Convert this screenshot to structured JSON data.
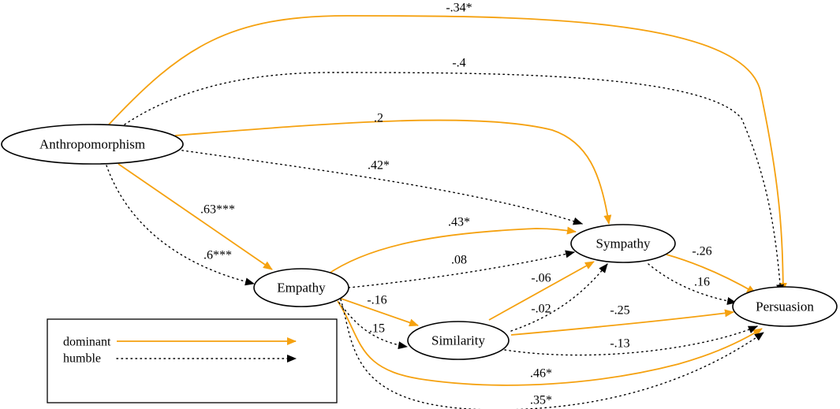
{
  "nodes": {
    "anthropomorphism": "Anthropomorphism",
    "empathy": "Empathy",
    "similarity": "Similarity",
    "sympathy": "Sympathy",
    "persuasion": "Persuasion"
  },
  "legend": {
    "dominant": "dominant",
    "humble": "humble"
  },
  "colors": {
    "dominant": "#f5a10f",
    "humble": "#000000"
  },
  "paths": [
    {
      "from": "Anthropomorphism",
      "to": "Persuasion",
      "group": "dominant",
      "coefficient": "-.34*"
    },
    {
      "from": "Anthropomorphism",
      "to": "Persuasion",
      "group": "humble",
      "coefficient": "-.4"
    },
    {
      "from": "Anthropomorphism",
      "to": "Sympathy",
      "group": "dominant",
      "coefficient": ".2"
    },
    {
      "from": "Anthropomorphism",
      "to": "Sympathy",
      "group": "humble",
      "coefficient": ".42*"
    },
    {
      "from": "Anthropomorphism",
      "to": "Empathy",
      "group": "dominant",
      "coefficient": ".63***"
    },
    {
      "from": "Anthropomorphism",
      "to": "Empathy",
      "group": "humble",
      "coefficient": ".6***"
    },
    {
      "from": "Empathy",
      "to": "Sympathy",
      "group": "dominant",
      "coefficient": ".43*"
    },
    {
      "from": "Empathy",
      "to": "Sympathy",
      "group": "humble",
      "coefficient": ".08"
    },
    {
      "from": "Empathy",
      "to": "Similarity",
      "group": "dominant",
      "coefficient": "-.16"
    },
    {
      "from": "Empathy",
      "to": "Similarity",
      "group": "humble",
      "coefficient": ".15"
    },
    {
      "from": "Similarity",
      "to": "Sympathy",
      "group": "dominant",
      "coefficient": "-.06"
    },
    {
      "from": "Similarity",
      "to": "Sympathy",
      "group": "humble",
      "coefficient": "-.02"
    },
    {
      "from": "Sympathy",
      "to": "Persuasion",
      "group": "dominant",
      "coefficient": "-.26"
    },
    {
      "from": "Sympathy",
      "to": "Persuasion",
      "group": "humble",
      "coefficient": ".16"
    },
    {
      "from": "Similarity",
      "to": "Persuasion",
      "group": "dominant",
      "coefficient": "-.25"
    },
    {
      "from": "Similarity",
      "to": "Persuasion",
      "group": "humble",
      "coefficient": "-.13"
    },
    {
      "from": "Empathy",
      "to": "Persuasion",
      "group": "dominant",
      "coefficient": ".46*"
    },
    {
      "from": "Empathy",
      "to": "Persuasion",
      "group": "humble",
      "coefficient": ".35*"
    }
  ]
}
